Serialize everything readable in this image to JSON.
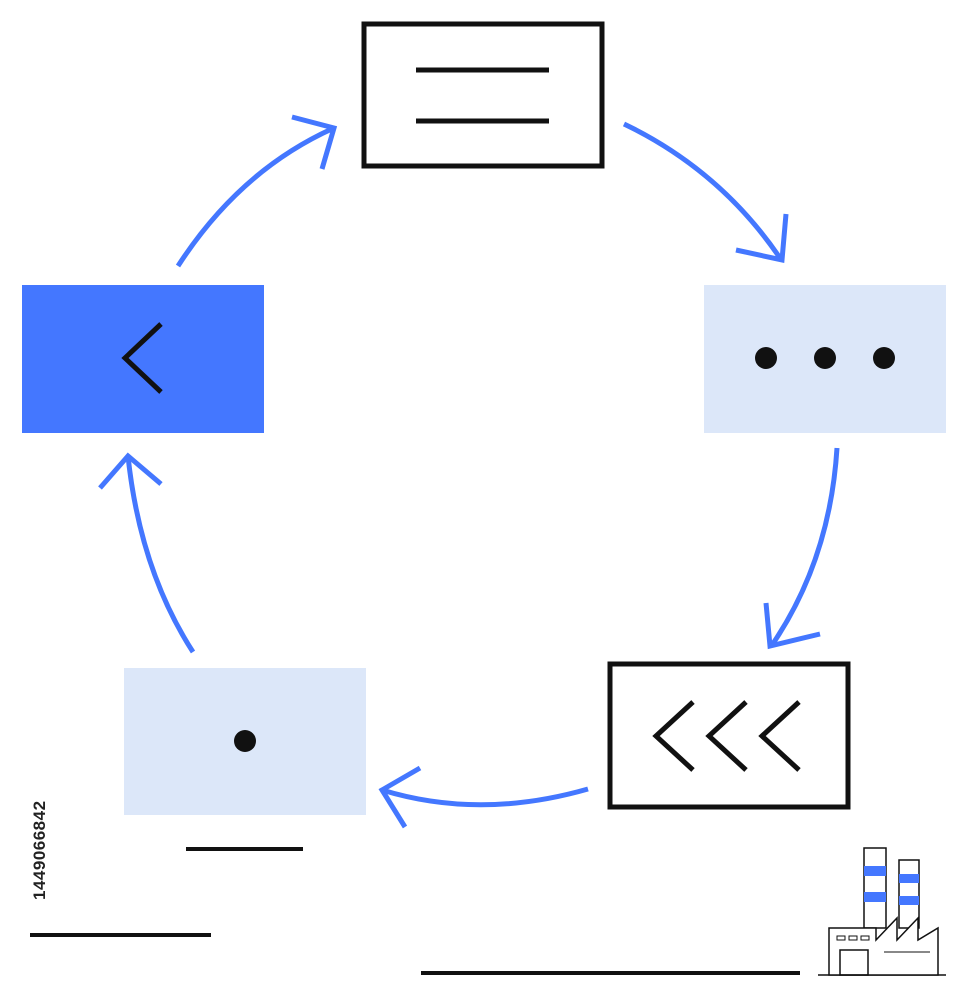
{
  "colors": {
    "accent": "#4477ff",
    "accent_light": "#dce7f9",
    "stroke": "#111111",
    "background": "#ffffff"
  },
  "diagram": {
    "kind": "cycle",
    "nodes": [
      {
        "id": "top",
        "style": "outlined",
        "icon": "two-lines-icon"
      },
      {
        "id": "right",
        "style": "light-fill",
        "icon": "three-dots-icon"
      },
      {
        "id": "bottom-right",
        "style": "outlined",
        "icon": "triple-chevron-left-icon"
      },
      {
        "id": "bottom-left",
        "style": "light-fill",
        "icon": "single-dot-icon"
      },
      {
        "id": "left",
        "style": "accent-fill",
        "icon": "chevron-left-icon"
      }
    ],
    "edges": [
      {
        "from": "top",
        "to": "right",
        "direction": "clockwise"
      },
      {
        "from": "right",
        "to": "bottom-right",
        "direction": "clockwise"
      },
      {
        "from": "bottom-right",
        "to": "bottom-left",
        "direction": "clockwise"
      },
      {
        "from": "bottom-left",
        "to": "left",
        "direction": "clockwise"
      },
      {
        "from": "left",
        "to": "top",
        "direction": "clockwise"
      }
    ],
    "decorations": {
      "factory_icon": "factory-icon"
    }
  },
  "watermark": {
    "image_id": "1449066842"
  }
}
